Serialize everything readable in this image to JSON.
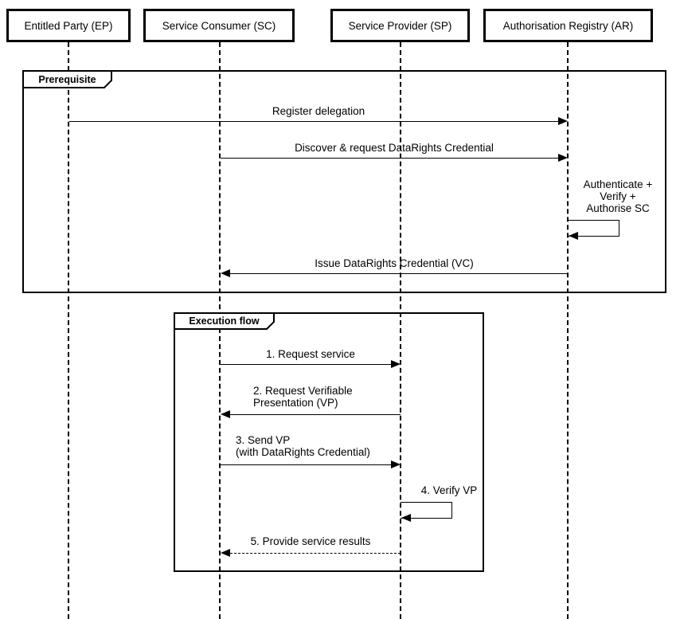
{
  "diagram": {
    "type": "uml-sequence",
    "background": "#ffffff",
    "stroke": "#000000",
    "actors": [
      {
        "label": "Entitled Party (EP)"
      },
      {
        "label": "Service Consumer (SC)"
      },
      {
        "label": "Service Provider (SP)"
      },
      {
        "label": "Authorisation Registry (AR)"
      }
    ],
    "frames": [
      {
        "title": "Prerequisite"
      },
      {
        "title": "Execution flow"
      }
    ],
    "messages": [
      {
        "label": "Register delegation",
        "from": "Entitled Party (EP)",
        "to": "Authorisation Registry (AR)",
        "line": "solid"
      },
      {
        "label": "Discover & request DataRights Credential",
        "from": "Service Consumer (SC)",
        "to": "Authorisation Registry (AR)",
        "line": "solid"
      },
      {
        "label": "Authenticate +\nVerify +\nAuthorise SC",
        "from": "Authorisation Registry (AR)",
        "to": "Authorisation Registry (AR)",
        "line": "self"
      },
      {
        "label": "Issue DataRights Credential (VC)",
        "from": "Authorisation Registry (AR)",
        "to": "Service Consumer (SC)",
        "line": "solid"
      },
      {
        "label": "1. Request service",
        "from": "Service Consumer (SC)",
        "to": "Service Provider (SP)",
        "line": "solid"
      },
      {
        "label": "2. Request Verifiable\nPresentation (VP)",
        "from": "Service Provider (SP)",
        "to": "Service Consumer (SC)",
        "line": "solid"
      },
      {
        "label": "3. Send VP\n(with DataRights Credential)",
        "from": "Service Consumer (SC)",
        "to": "Service Provider (SP)",
        "line": "solid"
      },
      {
        "label": "4. Verify VP",
        "from": "Service Provider (SP)",
        "to": "Service Provider (SP)",
        "line": "self"
      },
      {
        "label": "5. Provide service results",
        "from": "Service Provider (SP)",
        "to": "Service Consumer (SC)",
        "line": "dashed"
      }
    ]
  }
}
